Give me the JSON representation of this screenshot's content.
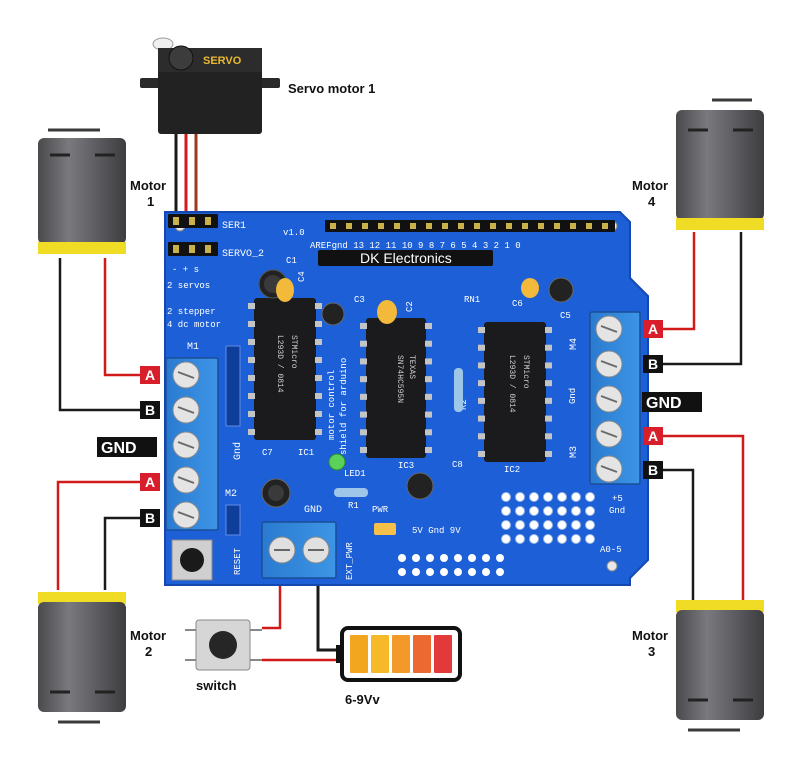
{
  "labels": {
    "servo1": "Servo motor 1",
    "motor1_line1": "Motor",
    "motor1_line2": "1",
    "motor2_line1": "Motor",
    "motor2_line2": "2",
    "motor3_line1": "Motor",
    "motor3_line2": "3",
    "motor4_line1": "Motor",
    "motor4_line2": "4",
    "switch": "switch",
    "battery": "6-9Vv",
    "servo_body": "SERVO"
  },
  "terminals": {
    "left": {
      "a_top": "A",
      "b_top": "B",
      "gnd": "GND",
      "a_bottom": "A",
      "b_bottom": "B"
    },
    "right": {
      "a_top": "A",
      "b_top": "B",
      "gnd": "GND",
      "a_bottom": "A",
      "b_bottom": "B"
    }
  },
  "board": {
    "brand": "DK Electronics",
    "version": "v1.0",
    "ser1": "SER1",
    "servo2": "SERVO_2",
    "aref": "AREFgnd 13 12 11 10 9  8   7  6  5  4  3  2  1  0",
    "servos_line1": "- + s",
    "servos_line2": "2 servos",
    "stepper_line1": "2 stepper",
    "stepper_line2": "4 dc motor",
    "m1": "M1",
    "m2": "M2",
    "m3": "M3",
    "m4": "M4",
    "gnd_side": "Gnd",
    "gnd_bottom": "GND",
    "reset": "RESET",
    "ext_pwr": "EXT_PWR",
    "pwr": "PWR",
    "pwr_opts": "5V Gnd 9V",
    "shield_line1": "motor control",
    "shield_line2": "shield for arduino",
    "ic1": "IC1",
    "ic2": "IC2",
    "ic3": "IC3",
    "led1": "LED1",
    "r1": "R1",
    "r2": "R2",
    "rn1": "RN1",
    "c1": "C1",
    "c2": "C2",
    "c3": "C3",
    "c4": "C4",
    "c5": "C5",
    "c6": "C6",
    "c7": "C7",
    "c8": "C8",
    "plus5": "+5",
    "gnd_right": "Gnd",
    "a05": "A0-5",
    "chip1_a": "L293D / 0814",
    "chip1_b": "STMicro",
    "chip2_a": "SN74HC595N",
    "chip2_b": "TEXAS",
    "chip3_a": "L293D / 0814",
    "chip3_b": "STMicro"
  },
  "battery_levels": [
    "#f2a51e",
    "#f6b92a",
    "#f3992a",
    "#ec6a32",
    "#e23a3a"
  ],
  "colors": {
    "board": "#1d5fd6",
    "board_edge": "#1448b0",
    "terminal": "#2f86d9",
    "label_red": "#d81e2b",
    "label_black": "#111111",
    "wire_red": "#d11b1b",
    "wire_black": "#1a1a1a",
    "motor_body": "#5f5f62",
    "motor_cap": "#f0dc24"
  }
}
